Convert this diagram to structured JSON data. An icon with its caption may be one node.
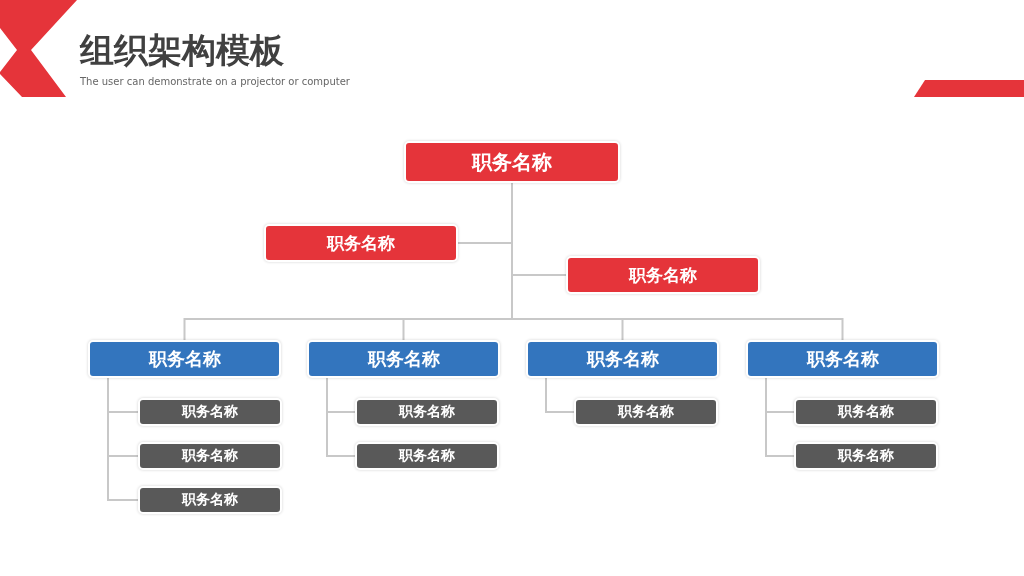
{
  "diagram": {
    "title": "组织架构模板",
    "nodes": [
      {
        "text": [
          "职务名称"
        ]
      },
      {
        "text": [
          "职务名称"
        ]
      },
      {
        "text": [
          "职务名称"
        ]
      },
      {
        "text": [
          "职务名称"
        ]
      },
      {
        "text": [
          "职务名称"
        ]
      },
      {
        "text": [
          "职务名称"
        ]
      },
      {
        "text": [
          "职务名称"
        ]
      },
      {
        "text": [
          "职务名称"
        ]
      },
      {
        "text": [
          "职务名称"
        ]
      },
      {
        "text": [
          "职务名称"
        ]
      },
      {
        "text": [
          "职务名称"
        ]
      },
      {
        "text": [
          "职务名称"
        ]
      },
      {
        "text": [
          "职务名称"
        ]
      },
      {
        "text": [
          "职务名称"
        ]
      },
      {
        "text": [
          "职务名称"
        ]
      }
    ],
    "edges": [
      {
        "from": 0,
        "to": 1,
        "arrow": "none"
      },
      {
        "from": 0,
        "to": 2,
        "arrow": "none"
      },
      {
        "from": 0,
        "to": 3,
        "arrow": "none"
      },
      {
        "from": 0,
        "to": 4,
        "arrow": "none"
      },
      {
        "from": 0,
        "to": 5,
        "arrow": "none"
      },
      {
        "from": 0,
        "to": 6,
        "arrow": "none"
      },
      {
        "from": 3,
        "to": 7,
        "arrow": "none"
      },
      {
        "from": 3,
        "to": 8,
        "arrow": "none"
      },
      {
        "from": 3,
        "to": 9,
        "arrow": "none"
      },
      {
        "from": 4,
        "to": 10,
        "arrow": "none"
      },
      {
        "from": 4,
        "to": 11,
        "arrow": "none"
      },
      {
        "from": 5,
        "to": 12,
        "arrow": "none"
      },
      {
        "from": 6,
        "to": 13,
        "arrow": "none"
      },
      {
        "from": 6,
        "to": 14,
        "arrow": "none"
      }
    ],
    "labels": [
      "The user can demonstrate on a projector or computer"
    ]
  }
}
